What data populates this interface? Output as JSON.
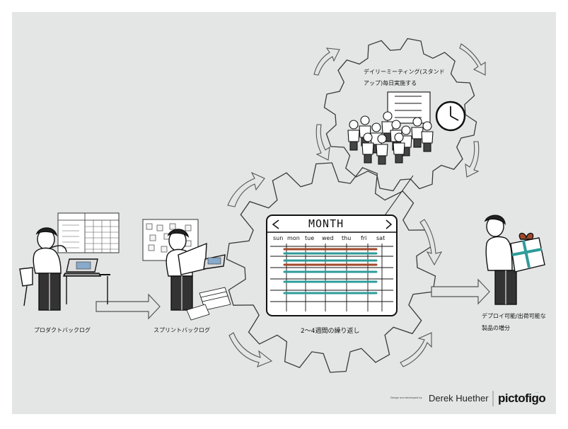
{
  "labels": {
    "product_backlog": "プロダクトバックログ",
    "sprint_backlog": "スプリントバックログ",
    "sprint_cycle": "2〜4週間の繰り返し",
    "daily_meeting_line1": "デイリーミーティング(スタンド",
    "daily_meeting_line2": "アップ)毎日実施する",
    "increment_line1": "デプロイ可能/出荷可能な",
    "increment_line2": "製品の増分"
  },
  "calendar": {
    "title": "MONTH",
    "days": [
      "sun",
      "mon",
      "tue",
      "wed",
      "thu",
      "fri",
      "sat"
    ]
  },
  "credits": {
    "tiny": "Design and developed by",
    "author": "Derek Huether",
    "logo": "pictofigo",
    "logo_sup": "..."
  },
  "colors": {
    "background": "#e4e6e6",
    "teal": "#2e9c9a",
    "rust": "#a0492a",
    "ink": "#111111"
  }
}
